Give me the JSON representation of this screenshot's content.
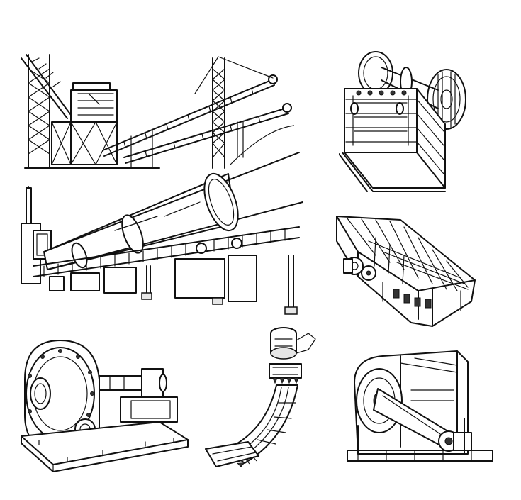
{
  "background": "#ffffff",
  "line_color": "#111111",
  "illustrations": [
    "conveyor-stacker-plant",
    "jaw-crusher",
    "rotary-kiln",
    "vibrating-screen",
    "slurry-pump",
    "bucket-elevator-chute",
    "centrifugal-fan"
  ]
}
